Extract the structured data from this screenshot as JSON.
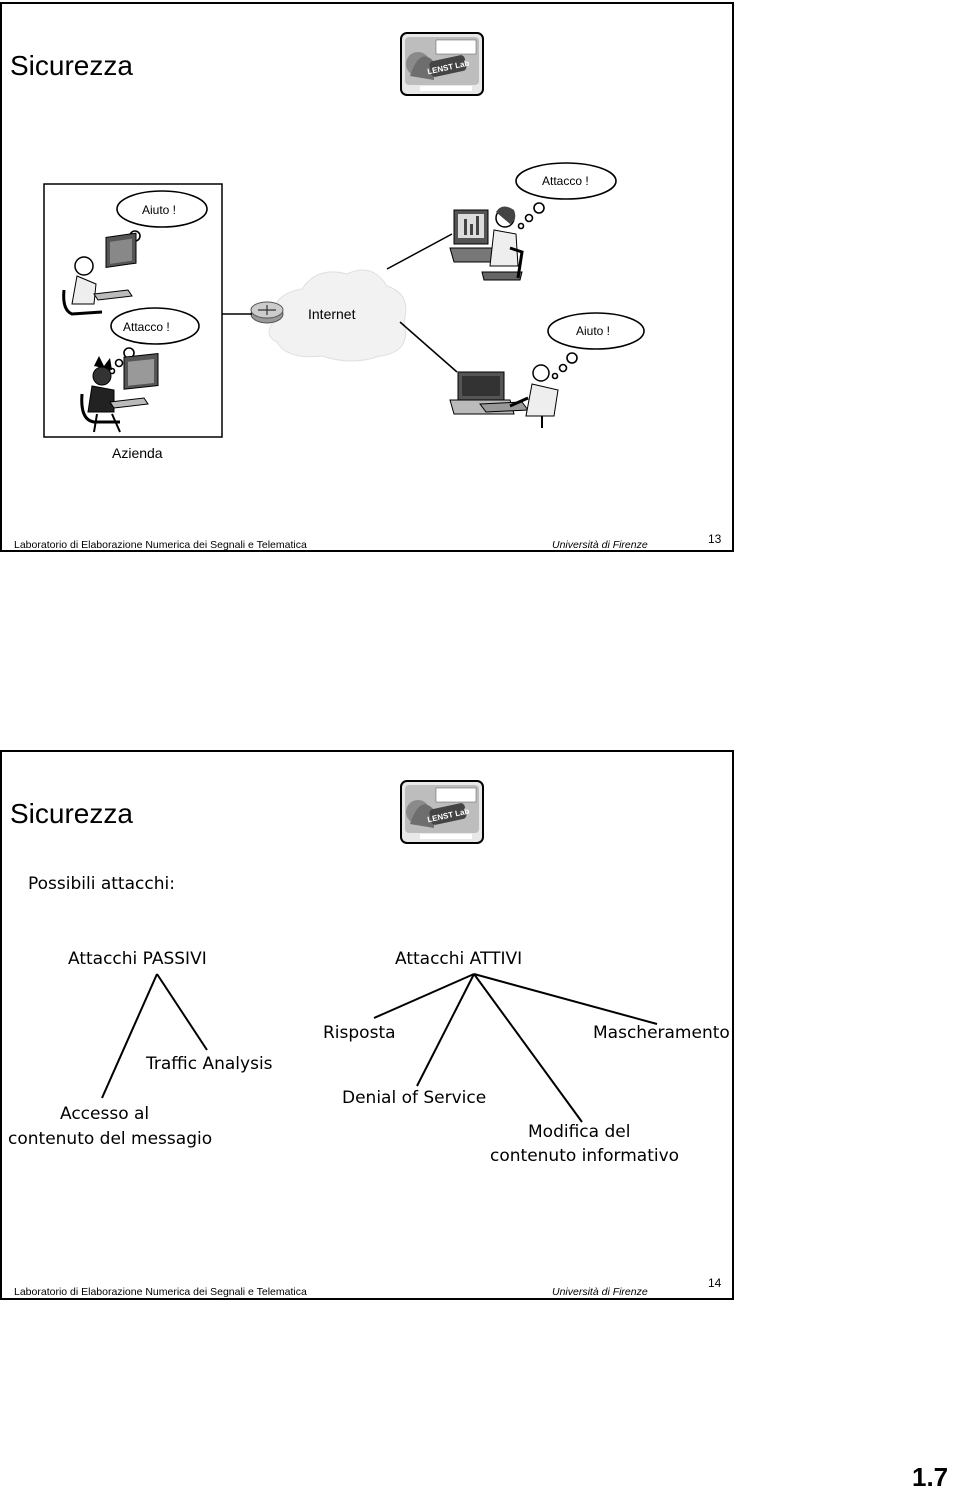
{
  "slide1": {
    "title": "Sicurezza",
    "bubbles": {
      "top_left": "Aiuto !",
      "top_right": "Attacco !",
      "mid_left": "Attacco !",
      "mid_right": "Aiuto !"
    },
    "internet_label": "Internet",
    "azienda_label": "Azienda",
    "footer_left": "Laboratorio di Elaborazione Numerica dei Segnali e Telematica",
    "footer_uni": "Università di Firenze",
    "page_number": "13"
  },
  "slide2": {
    "title": "Sicurezza",
    "subtitle": "Possibili attacchi:",
    "passive_heading": "Attacchi PASSIVI",
    "active_heading": "Attacchi ATTIVI",
    "passive_items": {
      "traffic": "Traffic Analysis",
      "access_line1": "Accesso al",
      "access_line2": "contenuto del messagio"
    },
    "active_items": {
      "risposta": "Risposta",
      "mascheramento": "Mascheramento",
      "dos": "Denial of Service",
      "modifica_line1": "Modifica del",
      "modifica_line2": "contenuto informativo"
    },
    "footer_left": "Laboratorio di Elaborazione Numerica dei Segnali e Telematica",
    "footer_uni": "Università di Firenze",
    "page_number": "14"
  },
  "logo_text": "LENST Lab",
  "corner_number": "1.7"
}
